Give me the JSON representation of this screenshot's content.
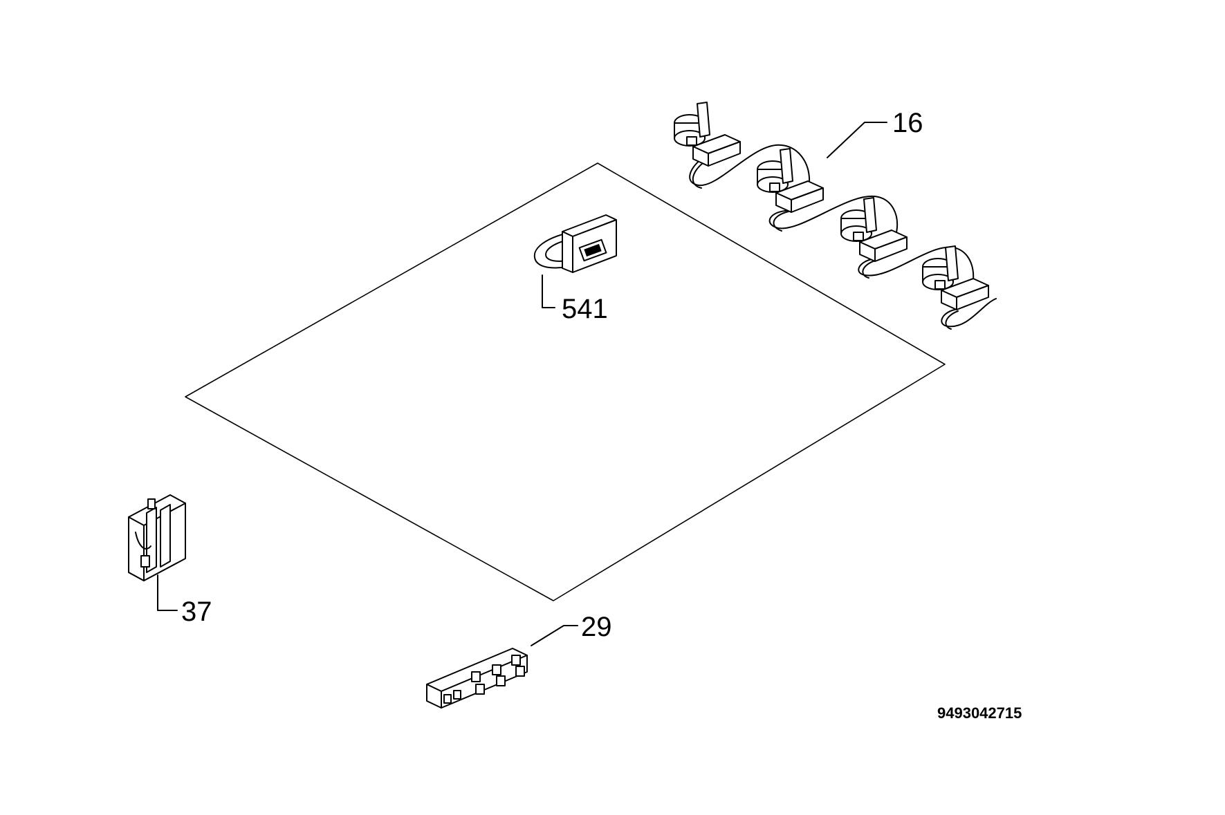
{
  "diagram": {
    "part_labels": {
      "wire_switch_assembly": "16",
      "connector": "541",
      "clip": "37",
      "terminal_block": "29"
    },
    "drawing_number": "9493042715"
  }
}
